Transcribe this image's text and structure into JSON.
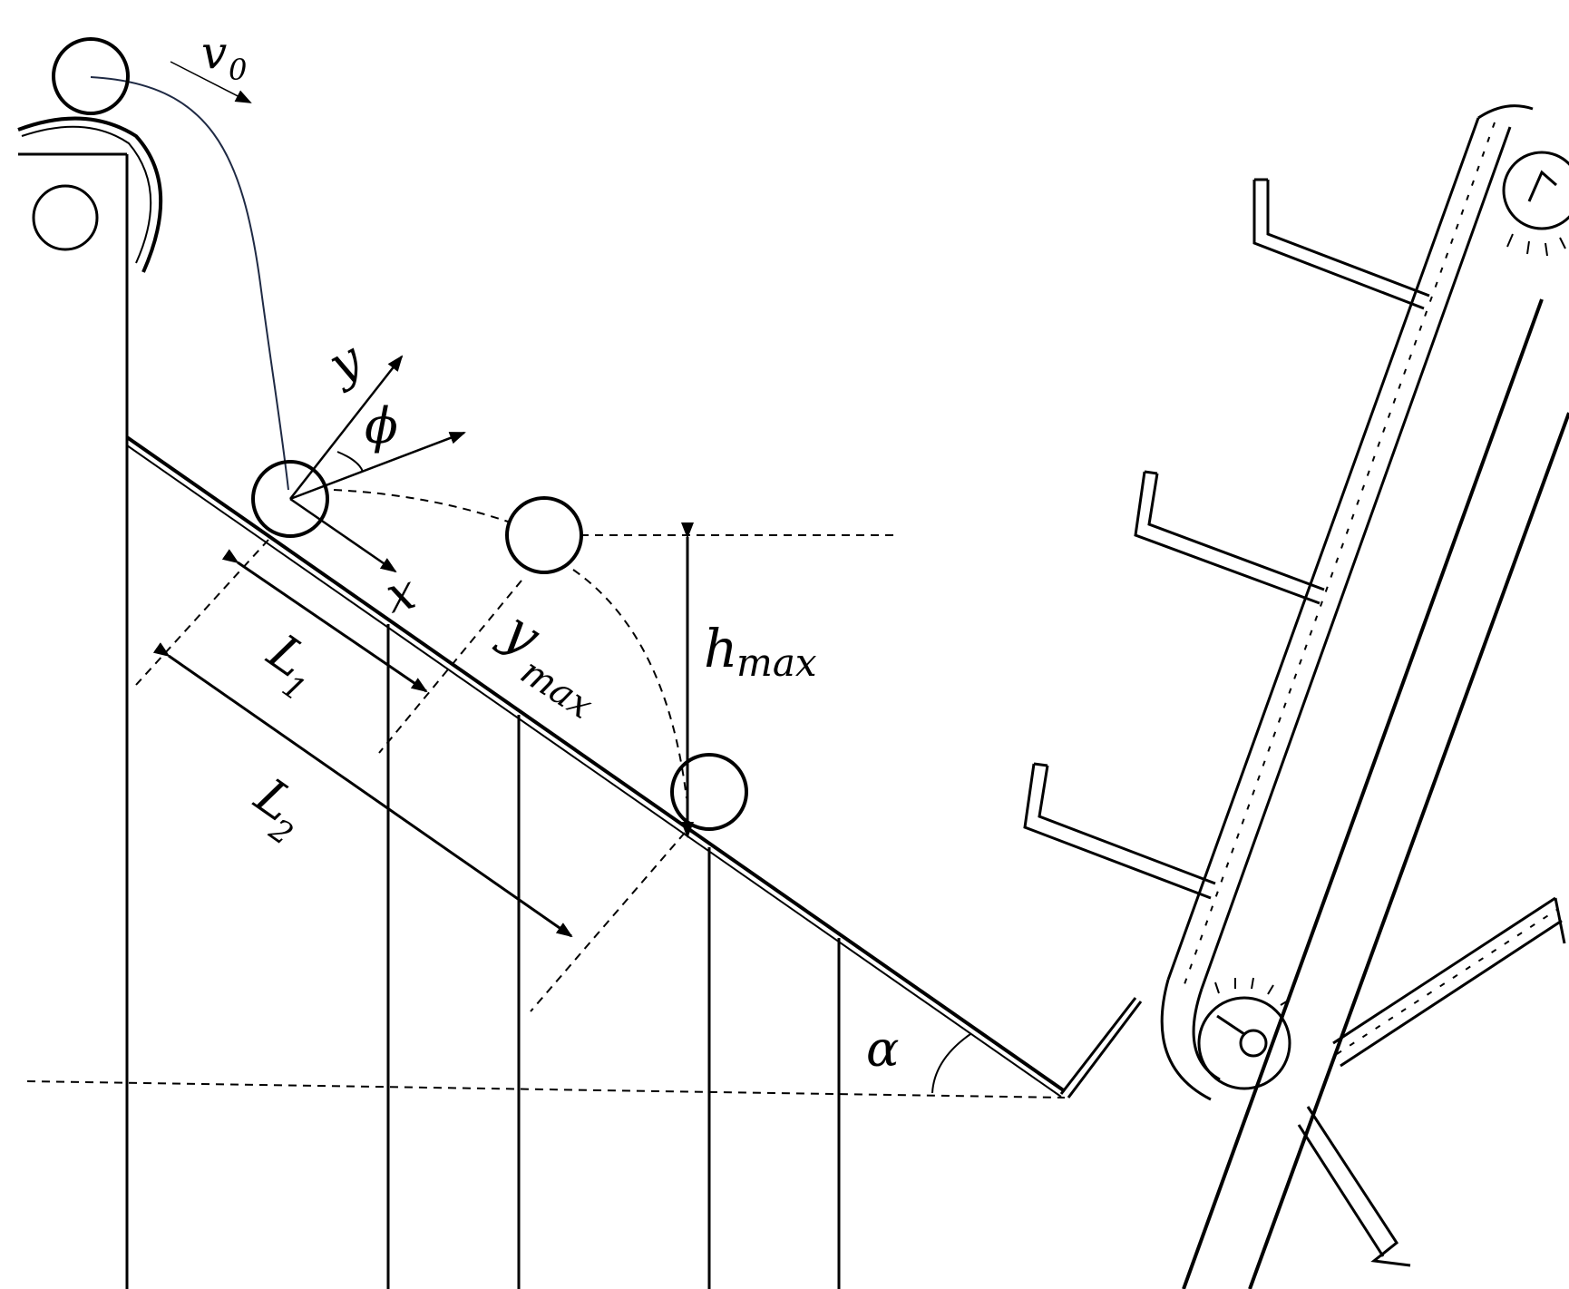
{
  "labels": {
    "v0": "v",
    "v0_sub": "0",
    "y": "y",
    "phi": "ϕ",
    "x": "x",
    "L1": "L",
    "L1_sub": "1",
    "L2": "L",
    "L2_sub": "2",
    "ymax": "y",
    "ymax_sub": "max",
    "hmax": "h",
    "hmax_sub": "max",
    "alpha": "α"
  },
  "colors": {
    "line": "#000000",
    "trajectory": "#1f2a44",
    "background": "#ffffff"
  },
  "icons": {
    "particle": "circle-outline",
    "sprocket": "gear",
    "chain": "roller-chain"
  }
}
